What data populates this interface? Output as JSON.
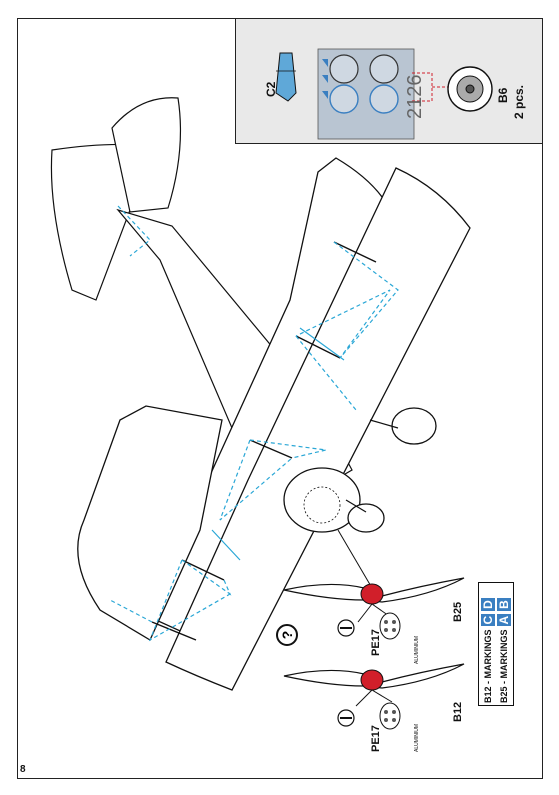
{
  "page_number": "8",
  "inset": {
    "part_c2": "C2",
    "mask_number": "2126",
    "part_b6": "B6",
    "quantity": "2 pcs."
  },
  "props": {
    "upper_label": "B25",
    "lower_label": "B12",
    "pe_upper": "PE17",
    "pe_lower": "PE17",
    "plate_text": "ALUMINIUM",
    "help_icon": "?"
  },
  "markings": {
    "b12_text": "B12 - MARKINGS",
    "b12_letters": [
      "C",
      "D"
    ],
    "b25_text": "B25 - MARKINGS",
    "b25_letters": [
      "A",
      "B"
    ]
  },
  "colors": {
    "rigging": "#2aa7d6",
    "accent_box": "#3a7fc1",
    "propeller_hub": "#d11f2a",
    "canopy": "#5fa8d8"
  }
}
